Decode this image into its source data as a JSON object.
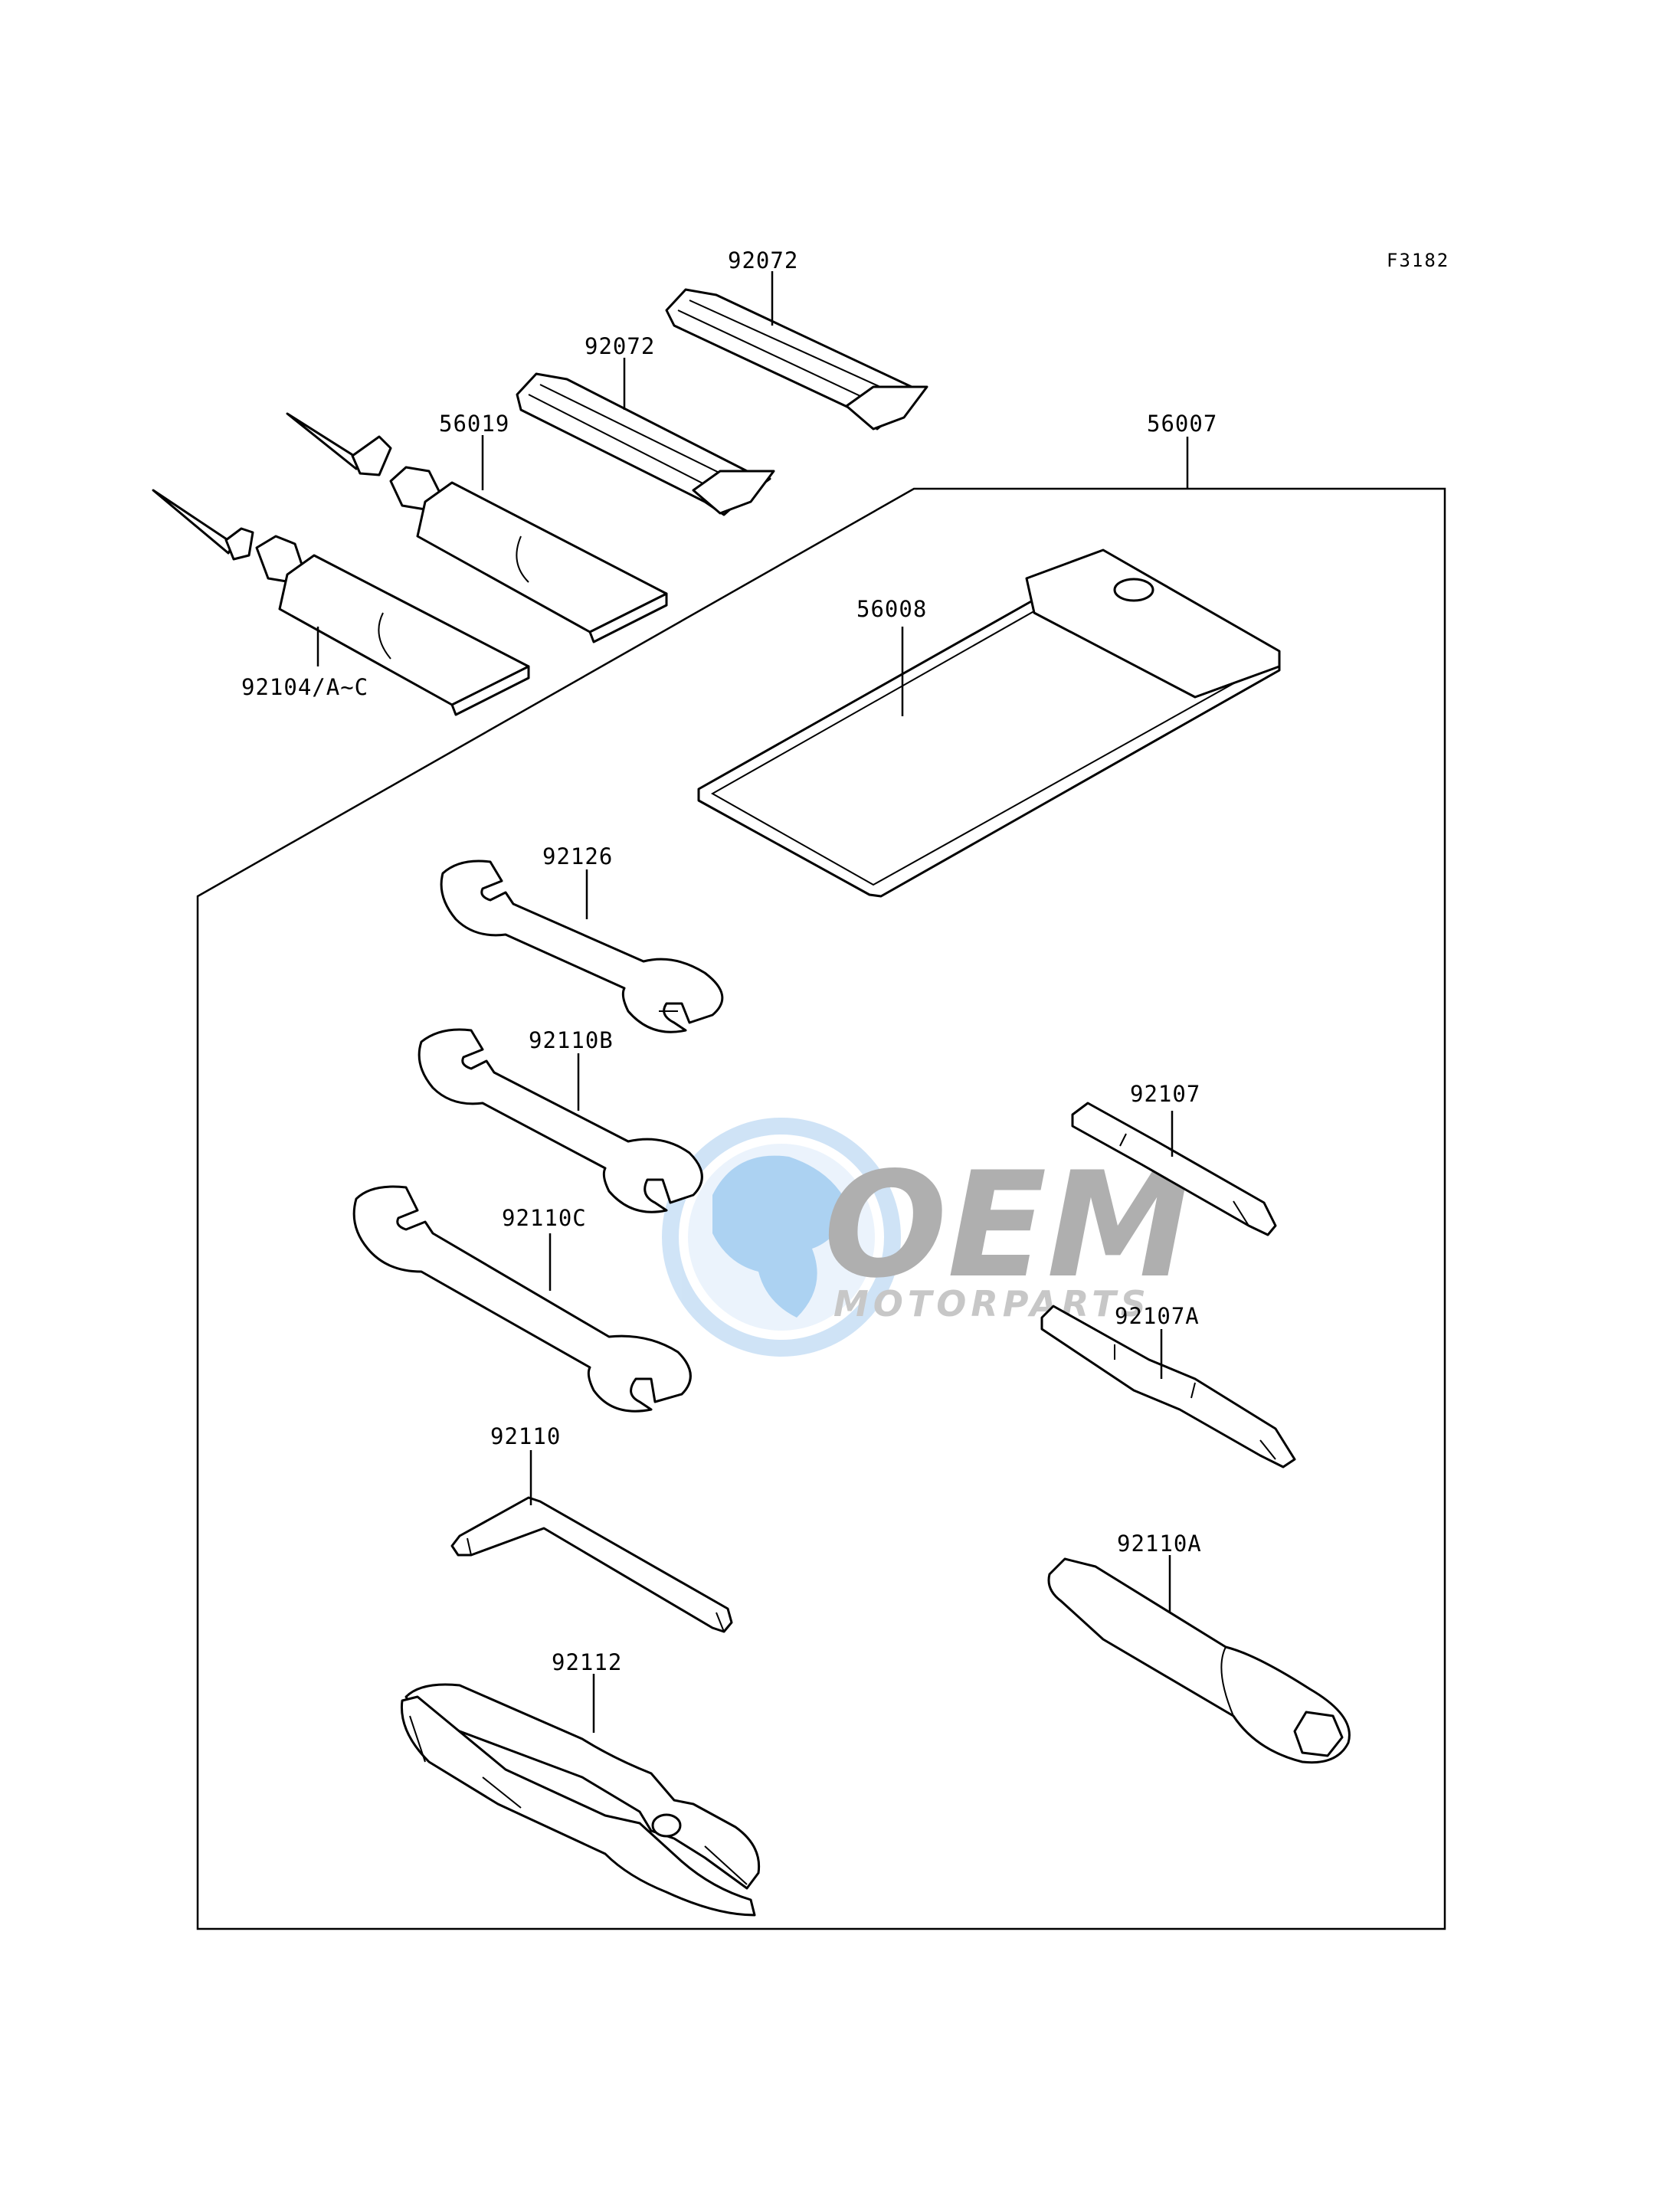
{
  "figure_code": "F3182",
  "watermark": {
    "brand": "OEM",
    "subtitle": "MOTORPARTS",
    "color_blue": "#3b8fd8",
    "color_gray": "#8a8a8a"
  },
  "parts": [
    {
      "id": "strap-upper",
      "number": "92072"
    },
    {
      "id": "strap-lower",
      "number": "92072"
    },
    {
      "id": "tool-kit",
      "number": "56007"
    },
    {
      "id": "sealant-tube",
      "number": "56019"
    },
    {
      "id": "tool-bag",
      "number": "56008"
    },
    {
      "id": "grease-tube",
      "number": "92104/A~C"
    },
    {
      "id": "wrench-1",
      "number": "92126"
    },
    {
      "id": "wrench-2",
      "number": "92110B"
    },
    {
      "id": "wrench-3",
      "number": "92110C"
    },
    {
      "id": "screwdriver",
      "number": "92107"
    },
    {
      "id": "screwdriver-bit",
      "number": "92107A"
    },
    {
      "id": "hex-key",
      "number": "92110"
    },
    {
      "id": "plug-wrench",
      "number": "92110A"
    },
    {
      "id": "pliers",
      "number": "92112"
    }
  ]
}
